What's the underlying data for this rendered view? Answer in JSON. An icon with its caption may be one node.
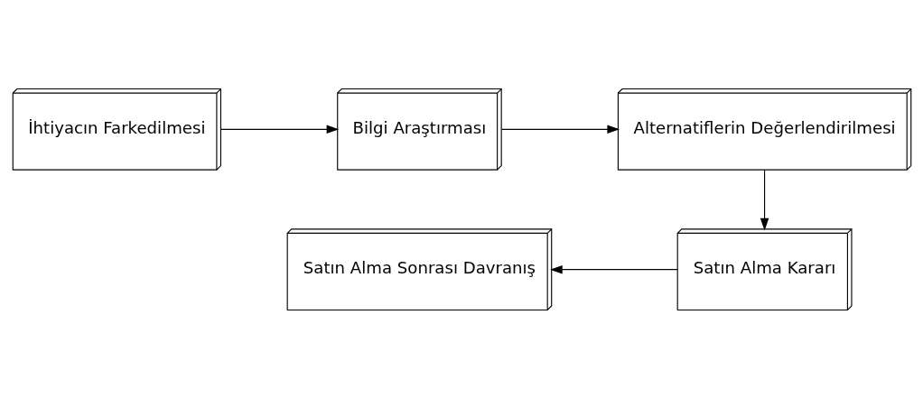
{
  "diagram": {
    "nodes": [
      {
        "text": [
          "İhtiyacın Farkedilmesi"
        ]
      },
      {
        "text": [
          "Bilgi Araştırması"
        ]
      },
      {
        "text": [
          "Alternatiflerin Değerlendirilmesi"
        ]
      },
      {
        "text": [
          "Satın Alma Kararı"
        ]
      },
      {
        "text": [
          "Satın Alma Sonrası Davranış"
        ]
      }
    ],
    "edges": [
      {
        "from": 0,
        "to": 1,
        "arrow": "to"
      },
      {
        "from": 1,
        "to": 2,
        "arrow": "to"
      },
      {
        "from": 2,
        "to": 3,
        "arrow": "to"
      },
      {
        "from": 3,
        "to": 4,
        "arrow": "to"
      }
    ]
  }
}
